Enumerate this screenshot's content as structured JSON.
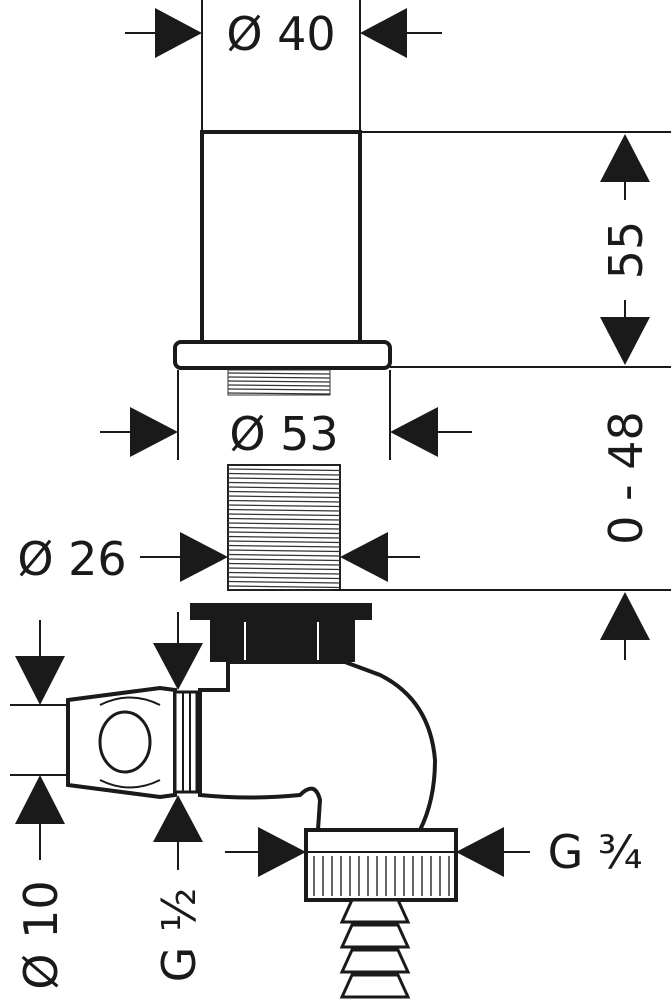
{
  "dimensions": {
    "top_diameter": "Ø 40",
    "height": "55",
    "flange_diameter": "Ø 53",
    "adjust_range": "0 - 48",
    "shank_diameter": "Ø 26",
    "outlet_thread": "G ¾",
    "inlet_thread": "G ½",
    "hose_diameter": "Ø 10"
  }
}
